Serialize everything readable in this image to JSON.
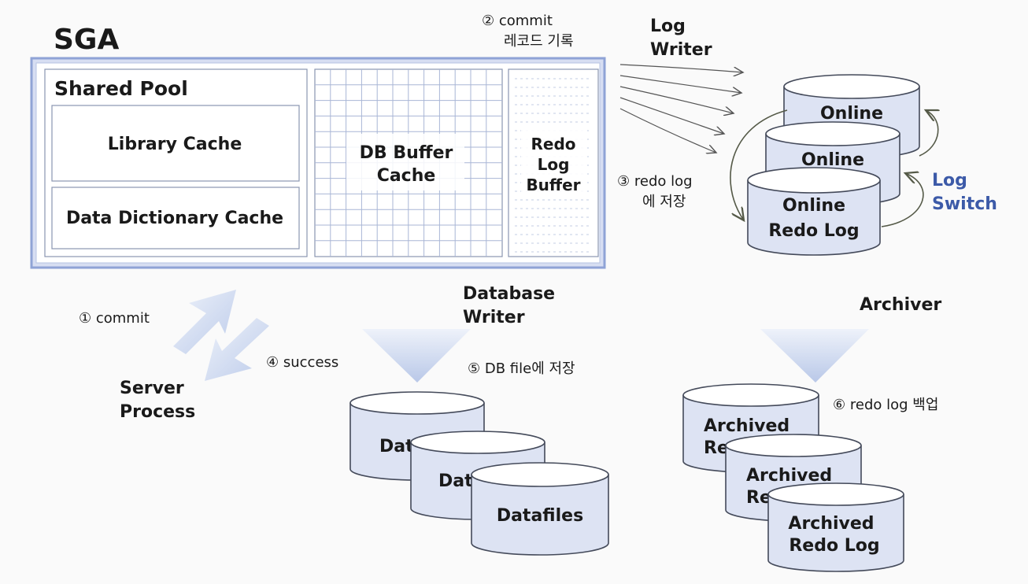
{
  "sga": {
    "title": "SGA",
    "shared_pool": "Shared Pool",
    "library_cache": "Library Cache",
    "data_dictionary_cache": "Data Dictionary Cache",
    "db_buffer_cache": [
      "DB Buffer",
      "Cache"
    ],
    "redo_log_buffer": [
      "Redo",
      "Log",
      "Buffer"
    ]
  },
  "log_writer": [
    "Log",
    "Writer"
  ],
  "step2": [
    "② commit",
    "레코드 기록"
  ],
  "step3": [
    "③ redo log",
    "에 저장"
  ],
  "online_logs": [
    "Online",
    "Online"
  ],
  "online_redo_log": [
    "Online",
    "Redo Log"
  ],
  "log_switch": [
    "Log",
    "Switch"
  ],
  "step1": "① commit",
  "step4": "④ success",
  "server_process": [
    "Server",
    "Process"
  ],
  "database_writer": [
    "Database",
    "Writer"
  ],
  "step5": "⑤ DB file에 저장",
  "datafiles_partial": [
    "Dat",
    "Dat"
  ],
  "datafiles": "Datafiles",
  "archiver": "Archiver",
  "step6": "⑥ redo log 백업",
  "archived_partial": [
    [
      "Archived",
      "Re"
    ],
    [
      "Archived",
      "Re"
    ]
  ],
  "archived_redo_log": [
    "Archived",
    "Redo Log"
  ],
  "colors": {
    "sga_border": "#8fa3d6",
    "sga_fill": "#d7def2",
    "cylinder_fill": "#dde3f3",
    "cylinder_stroke": "#444a5a",
    "arrow_fill": "#c9d6ee",
    "log_switch": "#3c5aa8"
  }
}
